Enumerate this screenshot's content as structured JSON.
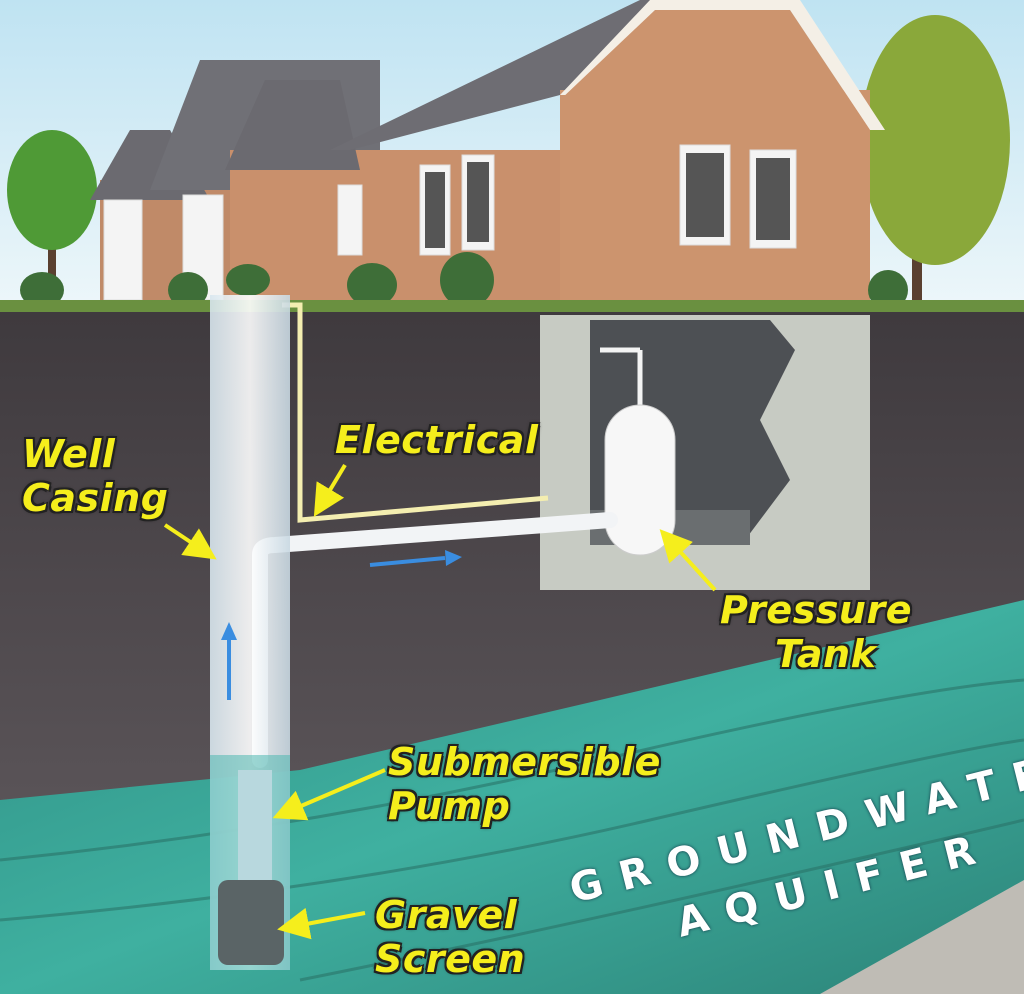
{
  "labels": {
    "well_casing_line1": "Well",
    "well_casing_line2": "Casing",
    "electrical": "Electrical",
    "pressure_tank_line1": "Pressure",
    "pressure_tank_line2": "Tank",
    "pump_line1": "Submersible",
    "pump_line2": "Pump",
    "gravel_line1": "Gravel",
    "gravel_line2": "Screen",
    "aquifer_line1": "GROUNDWATER",
    "aquifer_line2": "AQUIFER"
  },
  "colors": {
    "label": "#f5ee1c",
    "soil": "#4a4548",
    "aquifer": "#3aa89a",
    "siding": "#c9906c",
    "roof": "#6b6a70",
    "flow_arrow": "#3a8de0"
  }
}
